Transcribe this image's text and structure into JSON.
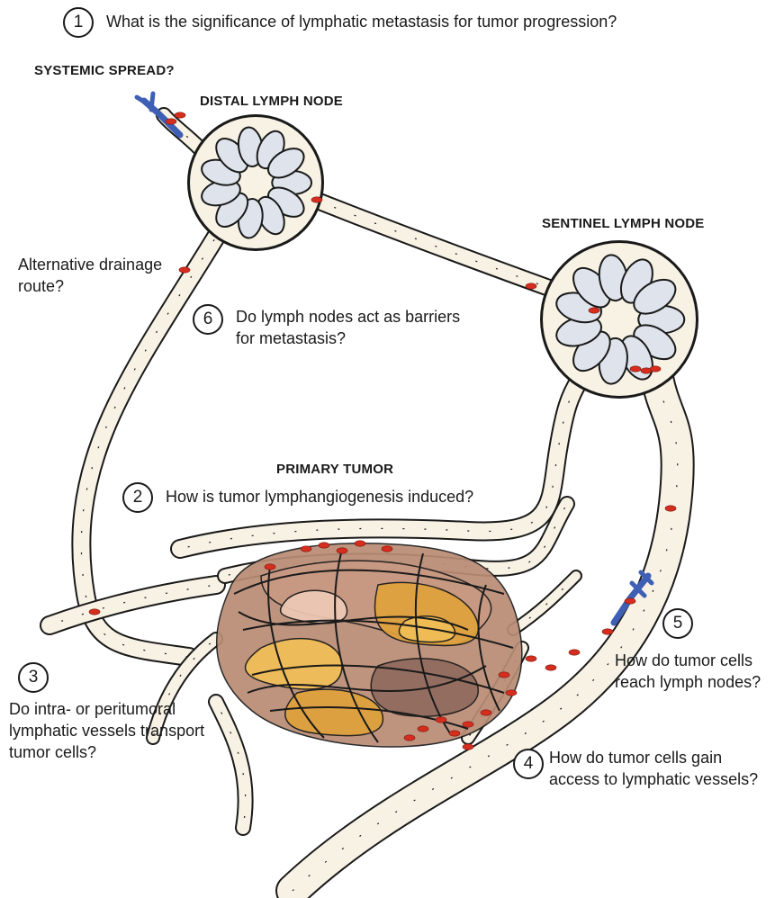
{
  "colors": {
    "vessel_fill": "#f7f2e4",
    "outline": "#1a1a1a",
    "node_lobe": "#dfe4ec",
    "tumor_cell": "#d62d1e",
    "blood_vessel": "#3f5fb4",
    "tumor_mass": [
      "#b98c75",
      "#e0a23c",
      "#f1bf56",
      "#c89a84",
      "#8f6a5e",
      "#edc9b5"
    ]
  },
  "headings": {
    "systemic": "SYSTEMIC SPREAD?",
    "distal": "DISTAL LYMPH NODE",
    "sentinel": "SENTINEL LYMPH NODE",
    "primary": "PRIMARY TUMOR"
  },
  "side_note": {
    "line1": "Alternative drainage",
    "line2": "route?"
  },
  "questions": [
    {
      "n": "1",
      "lines": [
        "What is the significance of lymphatic metastasis for tumor progression?"
      ]
    },
    {
      "n": "2",
      "lines": [
        "How is tumor lymphangiogenesis induced?"
      ]
    },
    {
      "n": "3",
      "lines": [
        "Do intra- or peritumoral",
        "lymphatic vessels transport",
        "tumor cells?"
      ]
    },
    {
      "n": "4",
      "lines": [
        "How do tumor cells gain",
        "access to lymphatic vessels?"
      ]
    },
    {
      "n": "5",
      "lines": [
        "How do tumor cells",
        "reach lymph nodes?"
      ]
    },
    {
      "n": "6",
      "lines": [
        "Do lymph nodes act as barriers",
        "for metastasis?"
      ]
    }
  ]
}
